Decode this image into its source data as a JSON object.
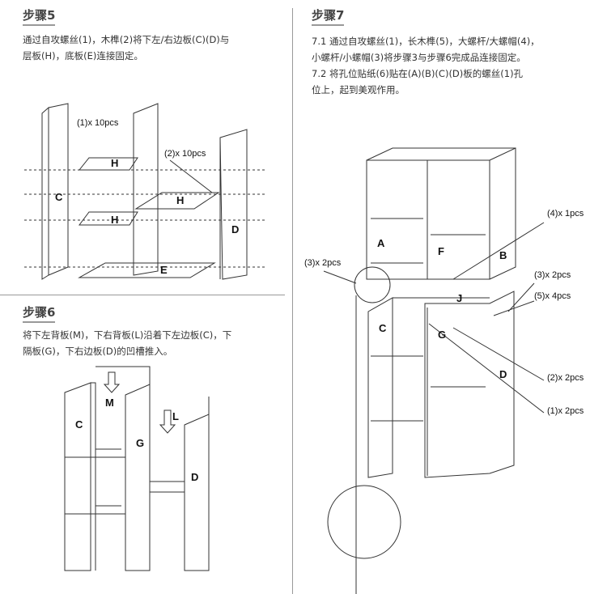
{
  "step5": {
    "title": "步骤5",
    "text_lines": [
      "通过自攻螺丝(1)，木榫(2)将下左/右边板(C)(D)与",
      "层板(H)，底板(E)连接固定。"
    ],
    "callouts": {
      "screw": "(1)x 10pcs",
      "dowel": "(2)x 10pcs"
    },
    "labels": {
      "c": "C",
      "d": "D",
      "h1": "H",
      "h2": "H",
      "h3": "H",
      "e": "E"
    }
  },
  "step6": {
    "title": "步骤6",
    "text_lines": [
      "将下左背板(M)，下右背板(L)沿着下左边板(C)，下",
      "隔板(G)，下右边板(D)的凹槽推入。"
    ],
    "labels": {
      "c": "C",
      "m": "M",
      "g": "G",
      "l": "L",
      "d": "D"
    }
  },
  "step7": {
    "title": "步骤7",
    "text_lines": [
      "7.1 通过自攻螺丝(1)，长木榫(5)，大螺杆/大螺帽(4)，",
      "小螺杆/小螺帽(3)将步骤3与步骤6完成品连接固定。",
      "7.2 将孔位贴纸(6)贴在(A)(B)(C)(D)板的螺丝(1)孔",
      "位上，起到美观作用。"
    ],
    "callouts": {
      "big_bolt": "(4)x 1pcs",
      "small_bolt_left": "(3)x 2pcs",
      "small_bolt_right": "(3)x 2pcs",
      "long_dowel": "(5)x 4pcs",
      "dowel": "(2)x 2pcs",
      "screw": "(1)x 2pcs"
    },
    "labels": {
      "a": "A",
      "b": "B",
      "c": "C",
      "d": "D",
      "f": "F",
      "g": "G",
      "j": "J"
    }
  }
}
